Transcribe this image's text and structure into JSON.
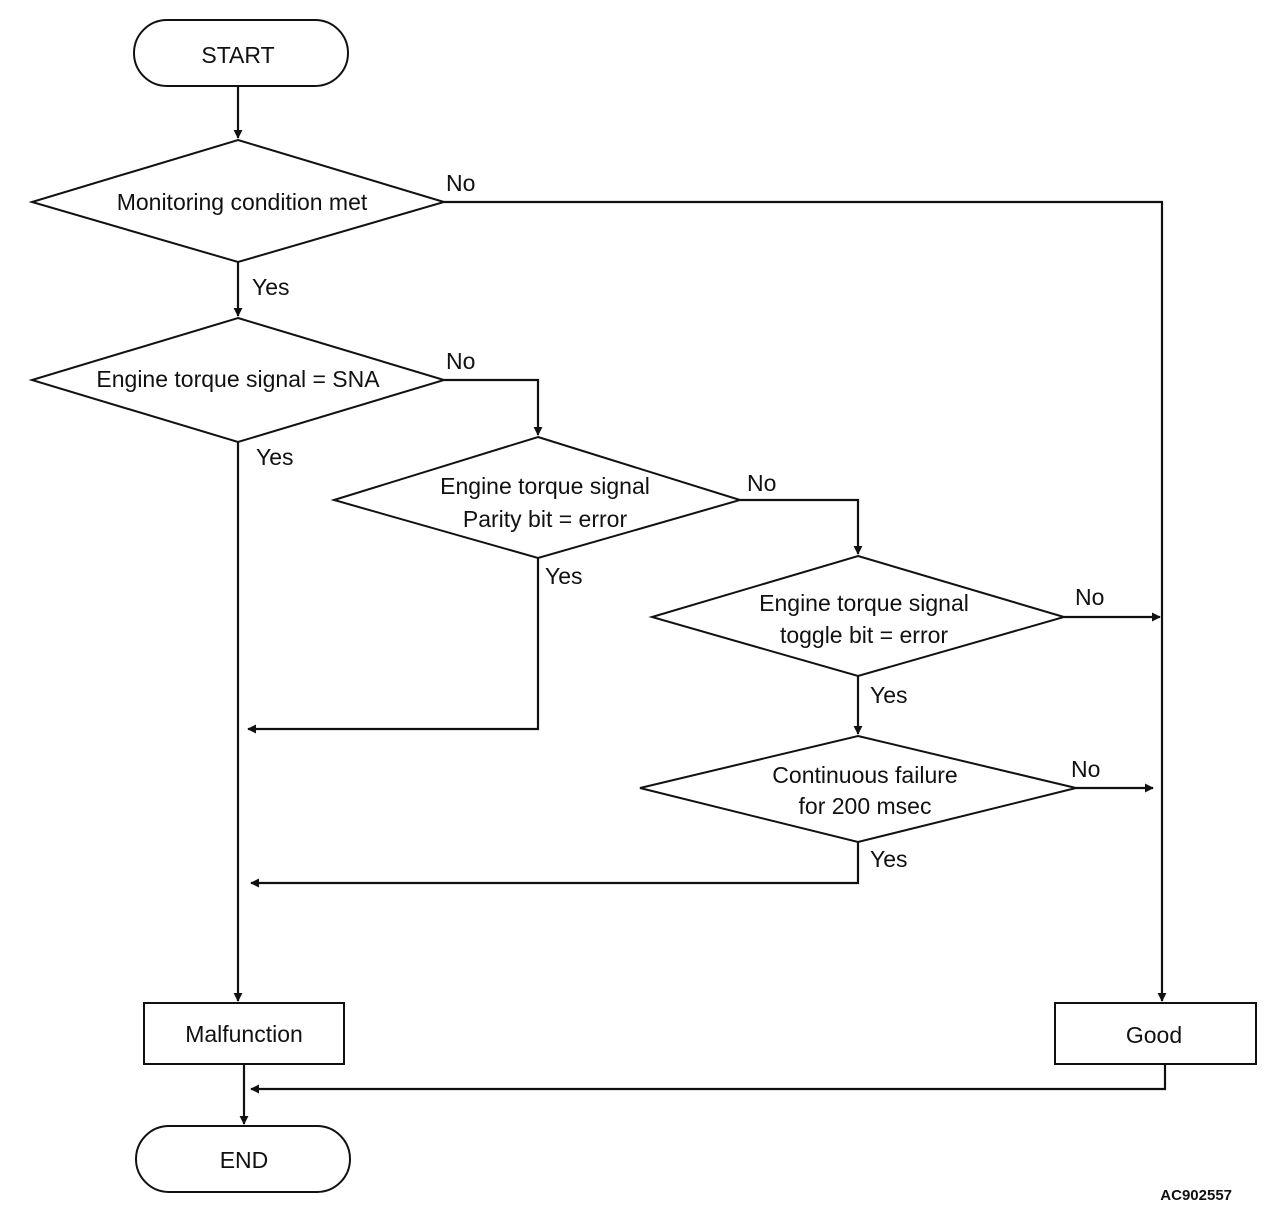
{
  "diagram": {
    "nodes": {
      "start": "START",
      "monitoring": "Monitoring condition met",
      "sna": "Engine torque signal  = SNA",
      "parity_line1": "Engine torque signal",
      "parity_line2": "Parity bit = error",
      "toggle_line1": "Engine torque signal",
      "toggle_line2": "toggle bit = error",
      "continuous_line1": "Continuous failure",
      "continuous_line2": "for 200 msec",
      "malfunction": "Malfunction",
      "good": "Good",
      "end": "END"
    },
    "labels": {
      "yes": "Yes",
      "no": "No"
    },
    "code": "AC902557",
    "colors": {
      "stroke": "#111111",
      "background": "#ffffff"
    }
  }
}
